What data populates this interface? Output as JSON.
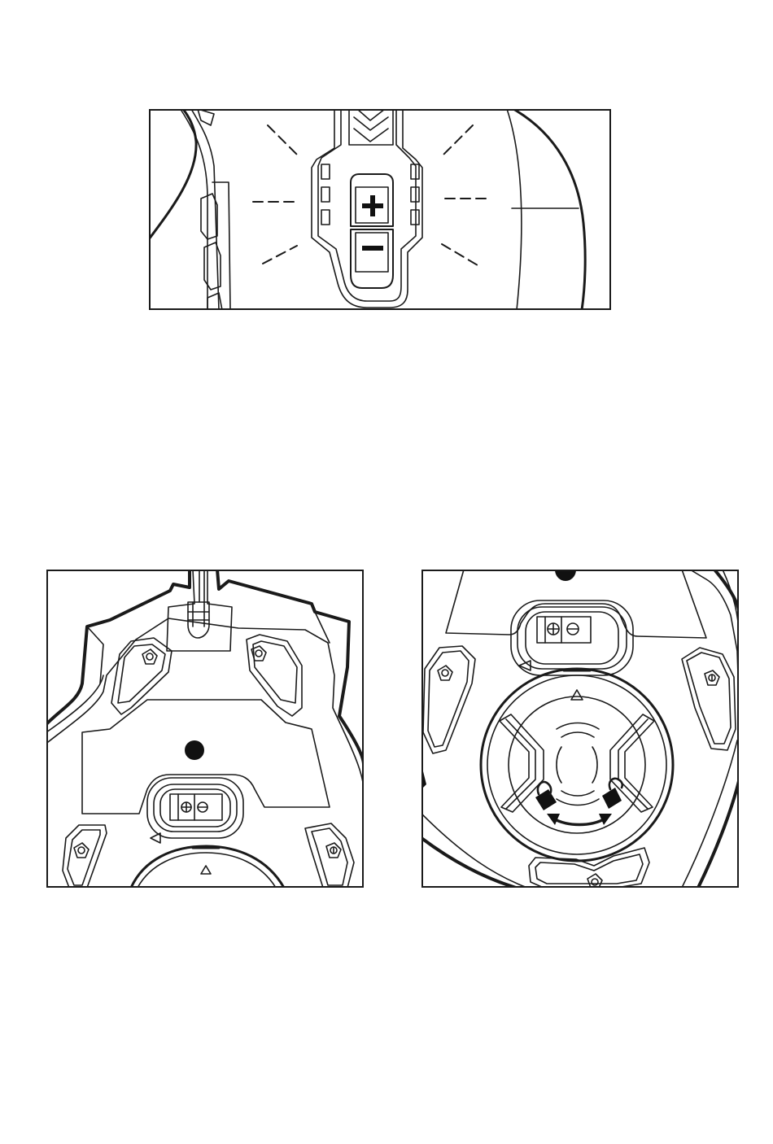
{
  "figures": [
    {
      "id": "dpi-buttons",
      "icons": [
        "plus-icon",
        "minus-icon"
      ],
      "plus_symbol": "+",
      "minus_symbol": "−"
    },
    {
      "id": "underside-view",
      "icons": [
        "sensor-dot",
        "screw-icon",
        "arrow-left-icon",
        "arrow-up-icon"
      ]
    },
    {
      "id": "weight-cover-view",
      "icons": [
        "lock-icon",
        "unlock-icon",
        "rotate-arrow-icon",
        "arrow-up-icon"
      ]
    }
  ],
  "colors": {
    "line": "#1a1a1a",
    "fill_dark": "#111111",
    "background": "#ffffff"
  }
}
